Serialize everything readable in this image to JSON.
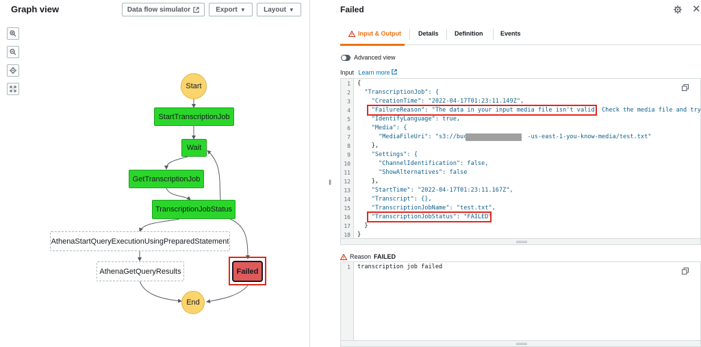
{
  "graph_panel": {
    "title": "Graph view",
    "simulator_label": "Data flow simulator",
    "export_label": "Export",
    "layout_label": "Layout",
    "nodes": {
      "start": "Start",
      "start_transcription": "StartTranscriptionJob",
      "wait": "Wait",
      "get_transcription": "GetTranscriptionJob",
      "status": "TranscriptionJobStatus",
      "athena_start": "AthenaStartQueryExecutionUsingPreparedStatement",
      "athena_results": "AthenaGetQueryResults",
      "failed": "Failed",
      "end": "End"
    }
  },
  "detail_panel": {
    "title": "Failed",
    "tabs": [
      "Input & Output",
      "Details",
      "Definition",
      "Events"
    ],
    "advanced_view_label": "Advanced view",
    "input_label": "Input",
    "learn_more_label": "Learn more",
    "input_lines": [
      "{",
      "  \"TranscriptionJob\": {",
      "    \"CreationTime\": \"2022-04-17T01:23:11.149Z\",",
      "    \"FailureReason\": \"The data in your input media file isn't valid. Check the media file and try",
      "    \"IdentifyLanguage\": true,",
      "    \"Media\": {",
      "      \"MediaFileUri\": \"s3://bucket-             -us-east-1-you-know-media/test.txt\"",
      "    },",
      "    \"Settings\": {",
      "      \"ChannelIdentification\": false,",
      "      \"ShowAlternatives\": false",
      "    },",
      "    \"StartTime\": \"2022-04-17T01:23:11.167Z\",",
      "    \"Transcript\": {},",
      "    \"TranscriptionJobName\": \"test.txt\",",
      "    \"TranscriptionJobStatus\": \"FAILED\"",
      "  }",
      "}"
    ],
    "reason_label": "Reason",
    "reason_value": "FAILED",
    "reason_text": "transcription job failed"
  },
  "colors": {
    "success_node": "#2bd62b",
    "failed_node": "#e05a5a",
    "terminal_node": "#fbd46d",
    "accent_tab": "#ec7211",
    "highlight_box": "#e0261b",
    "link": "#0073bb"
  }
}
